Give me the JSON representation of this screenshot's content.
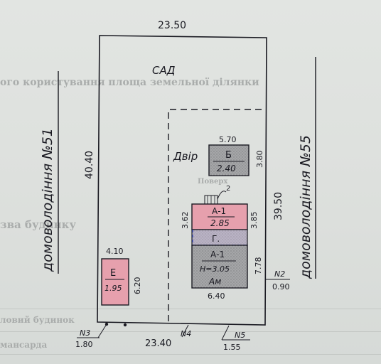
{
  "plan": {
    "top_width": "23.50",
    "bottom_width": "23.40",
    "left_height": "40.40",
    "right_height": "39.50",
    "garden_label": "САД",
    "yard_label": "Двір",
    "left_neighbor": "домоволодіння №51",
    "right_neighbor": "домоволодіння №55"
  },
  "buildings": {
    "b": {
      "letter": "Б",
      "area": "2.40",
      "width": "5.70",
      "depth": "3.80"
    },
    "a1_top": {
      "letter": "А-1",
      "area": "2.85",
      "left_dim": "3.62",
      "right_dim": "3.85",
      "ext_mark": "2"
    },
    "g": {
      "letter": "Г."
    },
    "a1_main": {
      "letter": "А-1",
      "height": "Н=3.05",
      "sub": "Ам",
      "right_dim": "7.78",
      "bottom_dim": "6.40"
    },
    "e": {
      "letter": "Е",
      "area": "1.95",
      "width": "4.10",
      "depth": "6.20"
    }
  },
  "points": {
    "n2": {
      "label": "N2",
      "value": "0.90"
    },
    "n3": {
      "label": "N3",
      "value": "1.80"
    },
    "n4": {
      "label": "N4"
    },
    "n5": {
      "label": "N5",
      "value": "1.55"
    }
  },
  "background_text": {
    "line1": "ого користування площа земельної ділянки",
    "line2": "зва будинку",
    "line3": "ловий будинок",
    "line4": "мансарда",
    "line5": "Поверх"
  },
  "colors": {
    "ink": "#1a1a22",
    "building_pink": "#e6a0ad",
    "building_grey": "#a5a6a8",
    "hatch_blue": "#3a4cc0"
  }
}
